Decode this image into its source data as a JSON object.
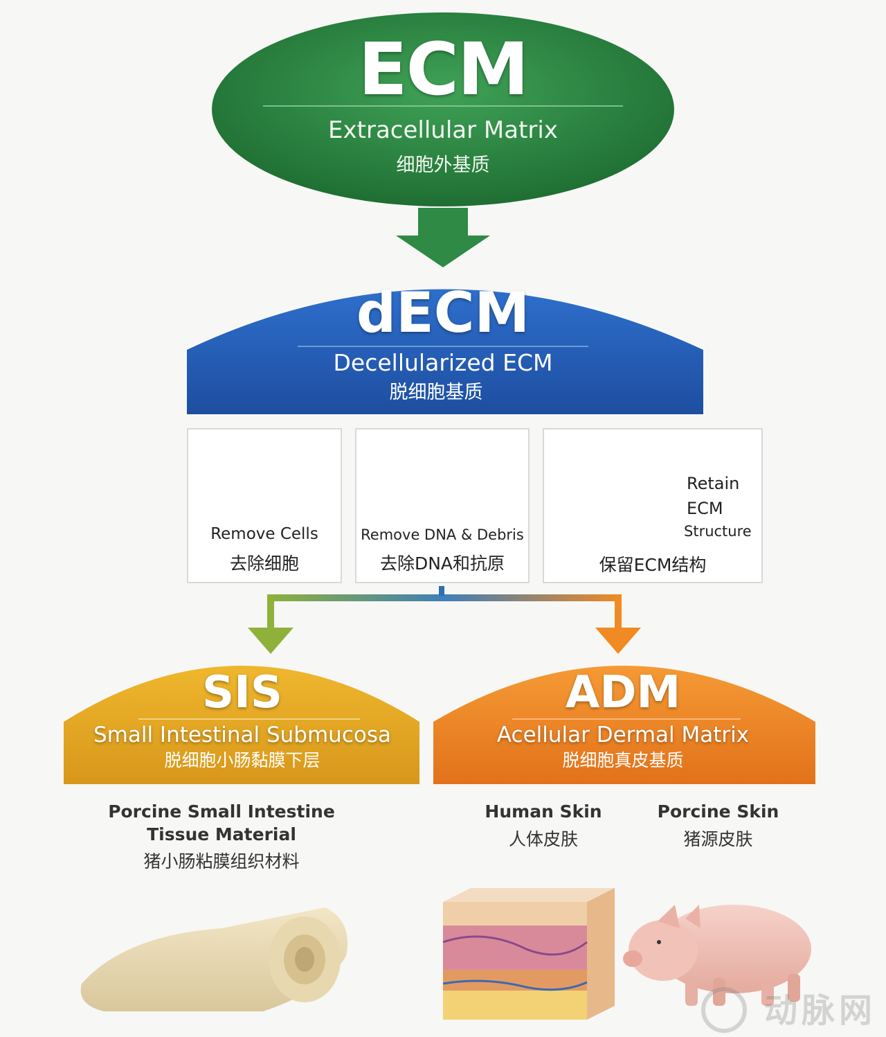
{
  "ecm": {
    "title": "ECM",
    "subtitle": "Extracellular Matrix",
    "subtitle_zh": "细胞外基质",
    "color": "#2f8a45"
  },
  "decm": {
    "title": "dECM",
    "subtitle": "Decellularized ECM",
    "subtitle_zh": "脱细胞基质",
    "color": "#2358b0"
  },
  "steps": [
    {
      "label": "Remove Cells",
      "label_zh": "去除细胞",
      "icon": "crossed-cell-icon"
    },
    {
      "label": "Remove DNA & Debris",
      "label_zh": "去除DNA和抗原",
      "icon": "dna-debris-icon"
    },
    {
      "label_lines": [
        "Retain",
        "ECM",
        "Structure"
      ],
      "label_zh": "保留ECM结构",
      "icon": "mesh-cube-icon"
    }
  ],
  "sis": {
    "title": "SIS",
    "subtitle": "Small Intestinal Submucosa",
    "subtitle_zh": "脱细胞小肠黏膜下层",
    "color": "#e0a21f",
    "source_lines": [
      "Porcine Small Intestine",
      "Tissue Material"
    ],
    "source_zh": "猪小肠粘膜组织材料"
  },
  "adm": {
    "title": "ADM",
    "subtitle": "Acellular Dermal Matrix",
    "subtitle_zh": "脱细胞真皮基质",
    "color": "#ea7f22",
    "sources": [
      {
        "label": "Human Skin",
        "label_zh": "人体皮肤"
      },
      {
        "label": "Porcine Skin",
        "label_zh": "猪源皮肤"
      }
    ]
  },
  "watermark": "动脉网"
}
